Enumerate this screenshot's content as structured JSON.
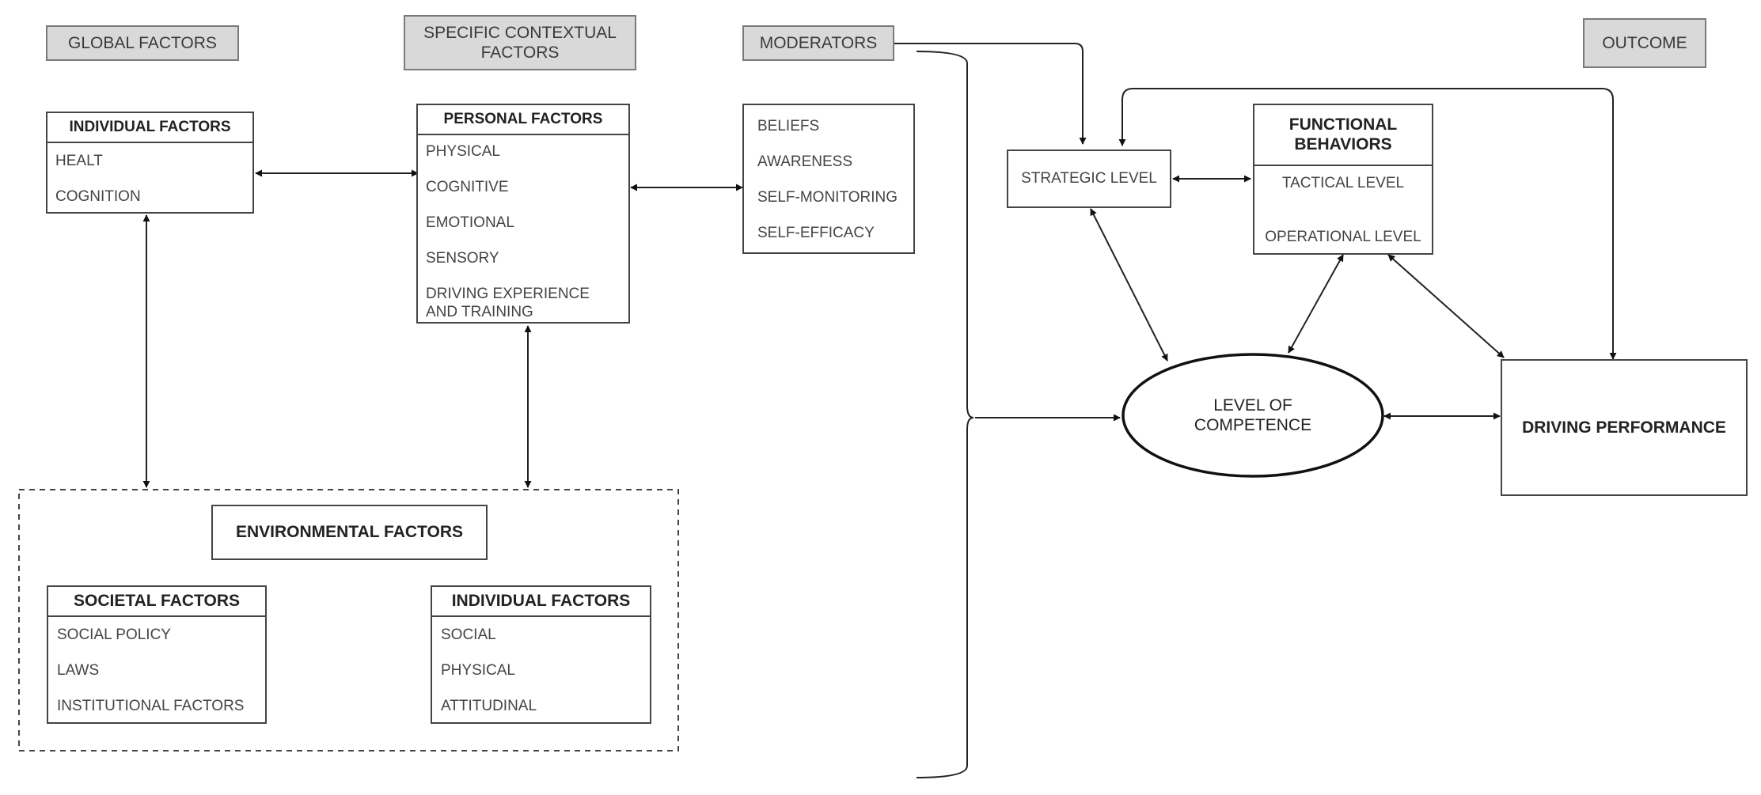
{
  "headers": {
    "global": "GLOBAL FACTORS",
    "specific_line1": "SPECIFIC CONTEXTUAL",
    "specific_line2": "FACTORS",
    "moderators": "MODERATORS",
    "outcome": "OUTCOME"
  },
  "individual_top": {
    "title": "INDIVIDUAL FACTORS",
    "items": [
      "HEALT",
      "COGNITION"
    ]
  },
  "personal": {
    "title": "PERSONAL FACTORS",
    "items": [
      "PHYSICAL",
      "COGNITIVE",
      "EMOTIONAL",
      "SENSORY",
      "DRIVING EXPERIENCE",
      "AND TRAINING"
    ]
  },
  "moderators_box": {
    "items": [
      "BELIEFS",
      "AWARENESS",
      "SELF-MONITORING",
      "SELF-EFFICACY"
    ]
  },
  "environmental": {
    "title": "ENVIRONMENTAL FACTORS"
  },
  "societal": {
    "title": "SOCIETAL FACTORS",
    "items": [
      "SOCIAL POLICY",
      "LAWS",
      "INSTITUTIONAL FACTORS"
    ]
  },
  "individual_bottom": {
    "title": "INDIVIDUAL FACTORS",
    "items": [
      "SOCIAL",
      "PHYSICAL",
      "ATTITUDINAL"
    ]
  },
  "strategic": {
    "label": "STRATEGIC LEVEL"
  },
  "functional": {
    "title_line1": "FUNCTIONAL",
    "title_line2": "BEHAVIORS",
    "tactical": "TACTICAL LEVEL",
    "operational": "OPERATIONAL LEVEL"
  },
  "competence": {
    "line1": "LEVEL OF",
    "line2": "COMPETENCE"
  },
  "performance": {
    "label": "DRIVING PERFORMANCE"
  }
}
